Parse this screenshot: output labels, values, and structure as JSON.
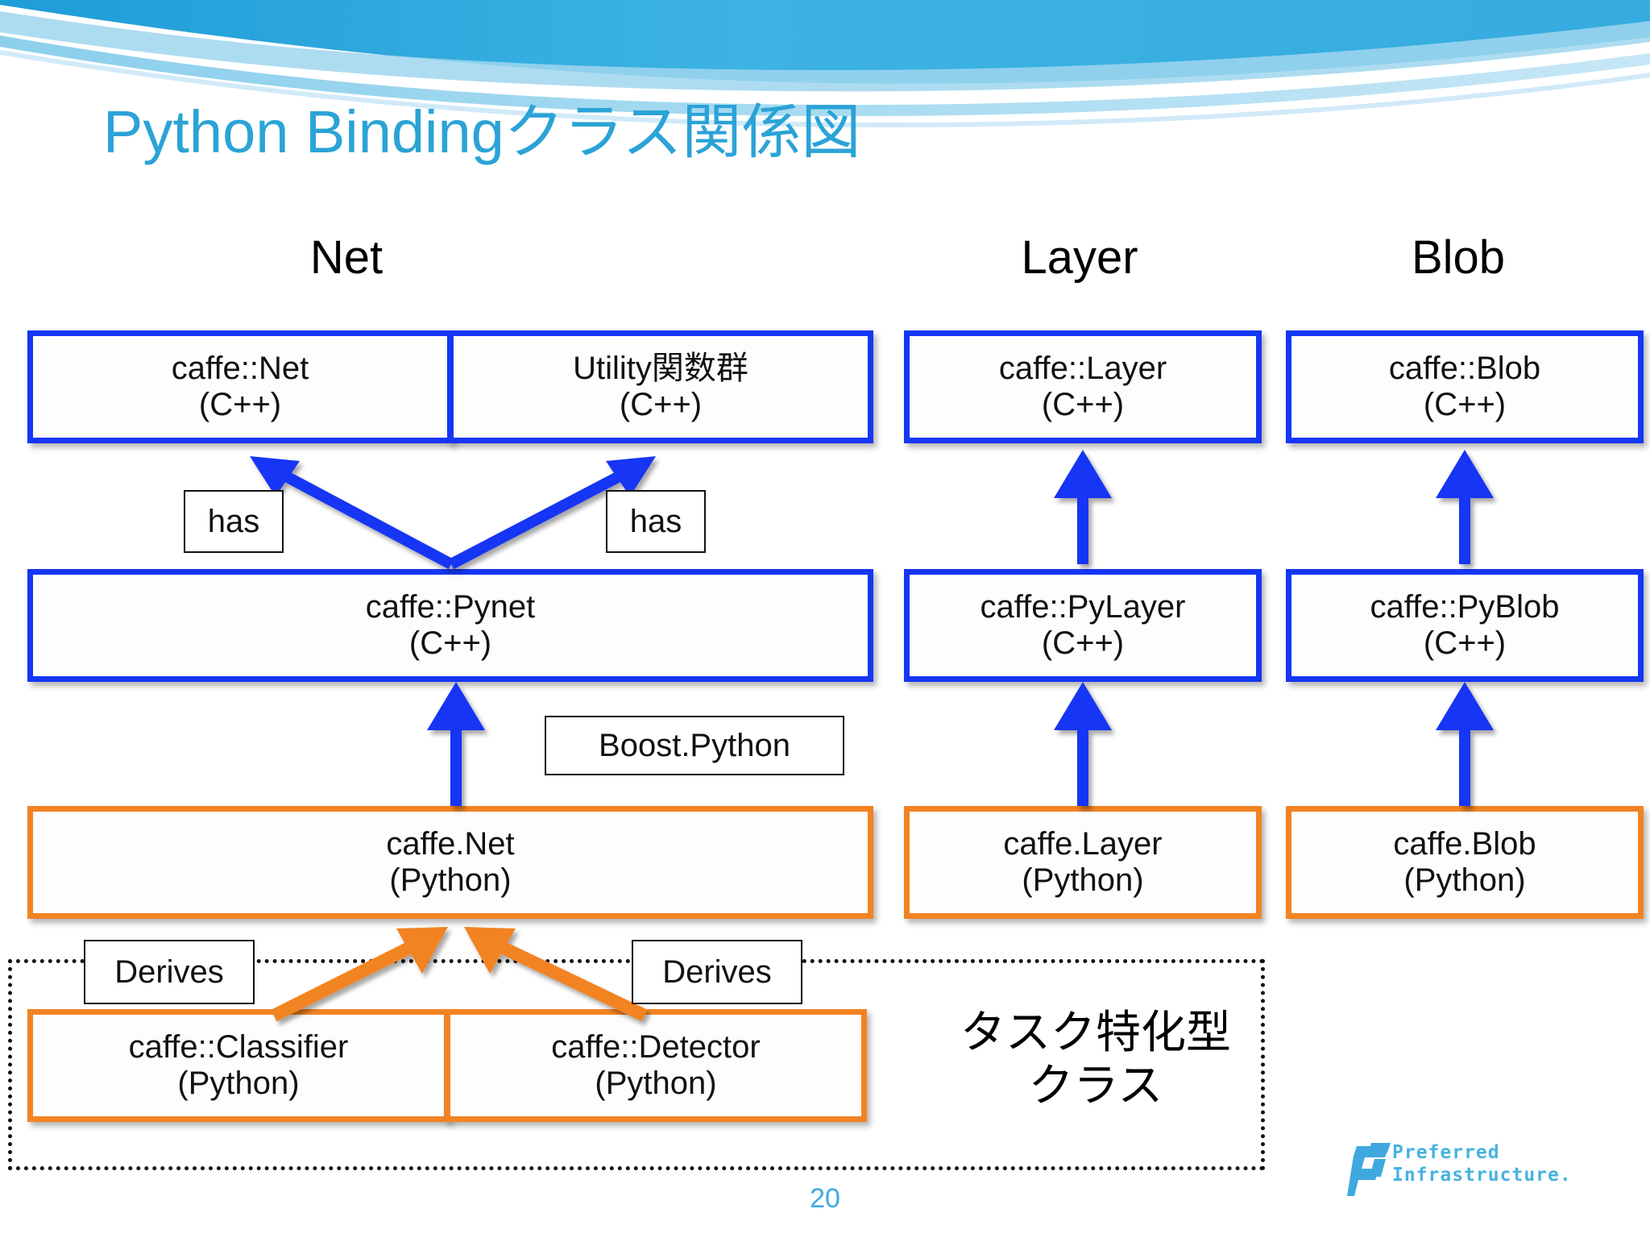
{
  "slide": {
    "title": "Python Bindingクラス関係図",
    "page_number": "20",
    "title_color": "#2BA3D6",
    "blue": "#1536F5",
    "orange": "#F28322"
  },
  "columns": [
    {
      "label": "Net"
    },
    {
      "label": "Layer"
    },
    {
      "label": "Blob"
    }
  ],
  "boxes": {
    "caffe_net": {
      "line1": "caffe::Net",
      "line2": "(C++)",
      "color": "blue"
    },
    "utility": {
      "line1": "Utility関数群",
      "line2": "(C++)",
      "color": "blue"
    },
    "caffe_pynet": {
      "line1": "caffe::Pynet",
      "line2": "(C++)",
      "color": "blue"
    },
    "caffe_net_py": {
      "line1": "caffe.Net",
      "line2": "(Python)",
      "color": "orange"
    },
    "caffe_classifier": {
      "line1": "caffe::Classifier",
      "line2": "(Python)",
      "color": "orange"
    },
    "caffe_detector": {
      "line1": "caffe::Detector",
      "line2": "(Python)",
      "color": "orange"
    },
    "caffe_layer": {
      "line1": "caffe::Layer",
      "line2": "(C++)",
      "color": "blue"
    },
    "caffe_pylayer": {
      "line1": "caffe::PyLayer",
      "line2": "(C++)",
      "color": "blue"
    },
    "caffe_layer_py": {
      "line1": "caffe.Layer",
      "line2": "(Python)",
      "color": "orange"
    },
    "caffe_blob": {
      "line1": "caffe::Blob",
      "line2": "(C++)",
      "color": "blue"
    },
    "caffe_pyblob": {
      "line1": "caffe::PyBlob",
      "line2": "(C++)",
      "color": "blue"
    },
    "caffe_blob_py": {
      "line1": "caffe.Blob",
      "line2": "(Python)",
      "color": "orange"
    }
  },
  "chips": {
    "has_left": "has",
    "has_right": "has",
    "boost_python": "Boost.Python",
    "derives_left": "Derives",
    "derives_right": "Derives"
  },
  "group": {
    "caption_line1": "タスク特化型",
    "caption_line2": "クラス"
  },
  "logo": {
    "line1": "Preferred",
    "line2": "Infrastructure."
  }
}
